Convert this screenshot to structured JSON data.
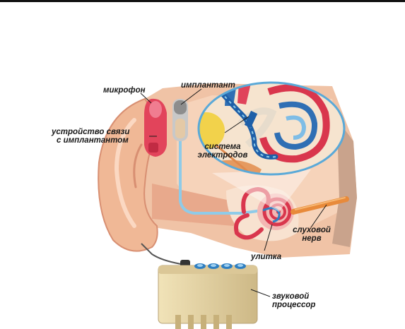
{
  "labels": {
    "microphone": "микрофон",
    "implant": "имплантант",
    "transmitter_line1": "устройство связи",
    "transmitter_line2": "с имплантантом",
    "electrodes_line1": "система",
    "electrodes_line2": "электродов",
    "cochlea": "улитка",
    "nerve_line1": "слуховой",
    "nerve_line2": "нерв",
    "processor_line1": "звуковой",
    "processor_line2": "процессор"
  },
  "colors": {
    "skin": "#f2c2a4",
    "skin_dark": "#d89a80",
    "device_red": "#e0435a",
    "inset_blue": "#5aa9d8",
    "processor": "#e9d7a8",
    "cochlea_red": "#d9364d",
    "nerve_orange": "#e88a3a"
  }
}
